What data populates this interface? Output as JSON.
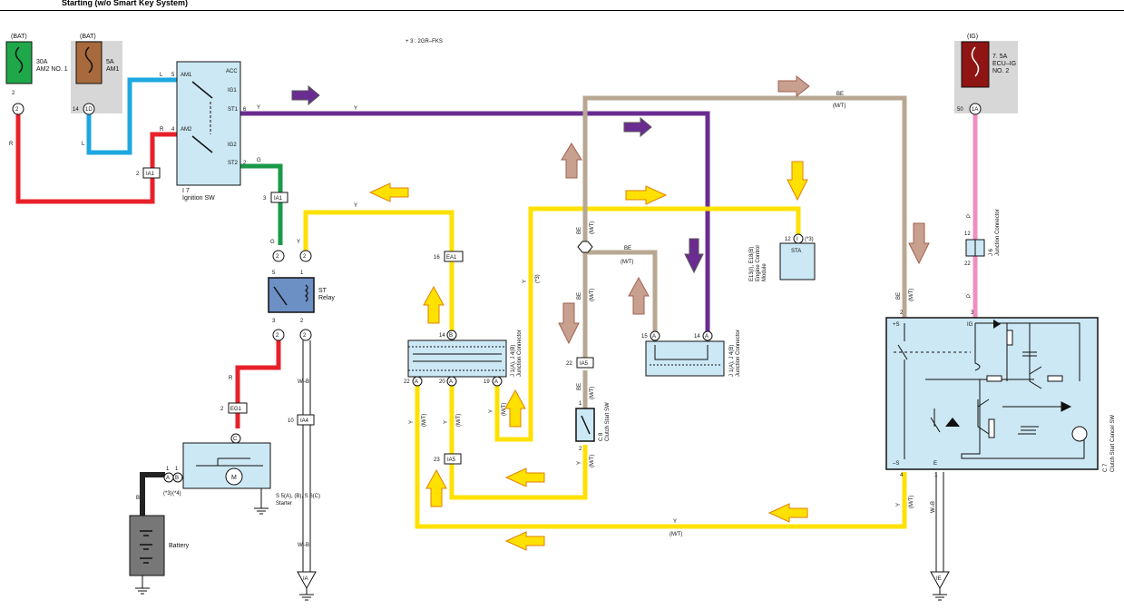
{
  "title": "Starting (w/o Smart Key System)",
  "note": "+ 3 : 2GR–FKS",
  "fuses": {
    "am2": {
      "source": "(BAT)",
      "rating": "30A",
      "name": "AM2 NO. 1",
      "pin": "2",
      "conn": "2"
    },
    "am1": {
      "source": "(BAT)",
      "rating": "5A",
      "name": "AM1",
      "pin": "14",
      "conn": "1D"
    },
    "ecuig": {
      "source": "(IG)",
      "rating": "7. 5A",
      "name1": "ECU–IG",
      "name2": "NO. 2",
      "pin": "50",
      "conn": "1A"
    }
  },
  "ignition": {
    "label": "I 7",
    "name": "Ignition SW",
    "terminals": {
      "acc": "ACC",
      "ig1": "IG1",
      "st1": "ST1",
      "ig2": "IG2",
      "st2": "ST2",
      "am1": "AM1",
      "am2": "AM2"
    },
    "pins": {
      "am1": "5",
      "am2": "4",
      "st1": "6",
      "st2": "2"
    },
    "wires": {
      "am1": "L",
      "am2": "R",
      "st1": "Y",
      "st2": "G"
    }
  },
  "relay": {
    "name1": "ST",
    "name2": "Relay",
    "pins": {
      "p5": "5",
      "p1": "1",
      "p3": "3",
      "p2": "2"
    }
  },
  "starter": {
    "label": "S 5(A), (B), S 6(C)",
    "name": "Starter",
    "terminal_c": "C",
    "terminal_a": "A",
    "terminal_b": "B",
    "pin1a": "1",
    "pin1b": "1",
    "note_a": "(*3)",
    "note_b": "(*4)",
    "motor": "M"
  },
  "battery": {
    "name": "Battery"
  },
  "ecm": {
    "label": "E13(I), E18(B)",
    "name1": "Engine Control",
    "name2": "Module",
    "terminal": "STA",
    "pin": "12",
    "conn": "I",
    "note": "(*3)"
  },
  "clutch_sw": {
    "label": "C 8",
    "name": "Clutch Start SW",
    "pin1": "1",
    "pin2": "2"
  },
  "clutch_cancel": {
    "label": "C 7",
    "name": "Clutch Start Cancel SW",
    "t_plus_s": "+S",
    "t_ig": "IG",
    "t_minus_s": "–S",
    "t_e": "E",
    "pin2": "2",
    "pin3": "3",
    "pin4": "4",
    "pin1": "1"
  },
  "junction1": {
    "label": "J 1(A), J 4(B)",
    "name": "Junction Connector",
    "p14b": "14",
    "p22a": "22",
    "p20a": "20",
    "p19a": "19",
    "cb": "B",
    "ca": "A"
  },
  "junction2": {
    "label": "J 1(A), J 4(B)",
    "name": "Junction Connector",
    "p15a": "15",
    "p14a": "14",
    "ca": "A"
  },
  "junction3": {
    "label": "J 6",
    "name": "Junction Connector",
    "p12": "12",
    "p22": "22"
  },
  "connectors": {
    "ia1": "IA1",
    "ia1_pin_top": "2",
    "ia1_pin_low": "3",
    "ea1": "EA1",
    "ea1_pin": "16",
    "ia5": "IA5",
    "ia5_pin_top": "22",
    "ia5_pin_low": "23",
    "eg1": "EG1",
    "eg1_pin": "2",
    "ia4": "IA4",
    "ia4_pin": "10",
    "c2": "2"
  },
  "wire_labels": {
    "r": "R",
    "l": "L",
    "y": "Y",
    "g": "G",
    "be": "BE",
    "mt": "(M/T)",
    "p": "P",
    "wb": "W–B",
    "b": "B",
    "star3": "(*3)"
  },
  "grounds": {
    "ia": "IA",
    "ie": "IE"
  },
  "colors": {
    "red": "#e8202a",
    "blue": "#1ea8e0",
    "purple": "#6a2c91",
    "green": "#1a9a48",
    "yellow": "#ffe100",
    "tan": "#b8a893",
    "pink": "#ef8ec2",
    "black": "#222222",
    "component_fill": "#cce8f4",
    "fuse_green": "#1fa84a",
    "fuse_brown": "#a86a3c",
    "fuse_red": "#8f1414",
    "relay_fill": "#6c8fc4"
  }
}
